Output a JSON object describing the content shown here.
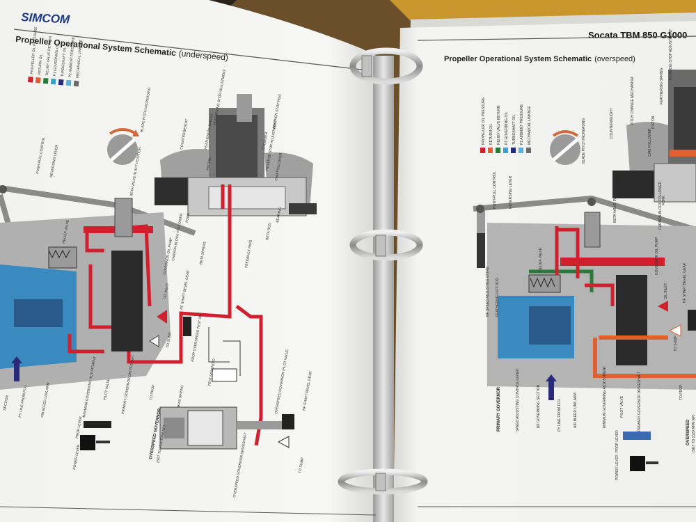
{
  "left_page": {
    "brand": "SIMCOM",
    "title": "Propeller Operational System Schematic",
    "subtitle": "(underspeed)",
    "legend": [
      "PROPELLER OIL PRESSURE",
      "RETURN OIL",
      "RELIEF VALVE RETURN",
      "P1 GOVERNING OIL",
      "TURBOSHAFT OIL",
      "P2 AMBIENT PRESSURE",
      "MECHANICAL LINKAGE"
    ],
    "labels": {
      "blade_pitch": "BLADE PITCH INCREASING",
      "pushpull": "PUSH-PULL CONTROL",
      "reversing_lever": "REVERSING LEVER",
      "relief_valve": "RELIEF VALVE",
      "governor_oil_pump": "GOVERNOR OIL PUMP",
      "beta_valve": "BETA VALVE IN AFT POSITION",
      "carbon_block": "CARBON BLOCK FOLLOWER",
      "beta_spring": "BETA SPRING",
      "feedback_ring": "FEEDBACK RING",
      "beta_rod": "BETA ROD",
      "fork": "FORK",
      "bearing": "BEARING",
      "oil_inlet": "OIL INLET",
      "nf_shaft": "NF SHAFT BEVEL GEAR",
      "to_sump": "TO SUMP",
      "to_prop": "TO PROP",
      "prop_overspeed": "PROP OVERSPEED TEST SW",
      "test_solenoid": "TEST SOLENOID",
      "bias_spring": "BIAS SPRING",
      "overspeed_pilot": "OVERSPEED GOVERNOR PILOT VALVE",
      "overspeed_governor": "OVERSPEED GOVERNOR",
      "set_rpm": "(SET TO 2120 RPM NP)",
      "overspeed_drive": "OVERSPEED GOVERNOR DRIVESHAFT",
      "min_gov": "MINIMUM GOVERNING ADJUSTMENT",
      "pilot_valve": "PILOT VALVE",
      "primary_gov_drive": "PRIMARY GOVERNOR DRIVESHAFT",
      "air_bleed": "AIR BLEED LINK ARM",
      "p_line": "PY LINE FROM FCU",
      "section": "SECTION",
      "prop_lever": "PROP LEVER",
      "power_lever": "POWER LEVER",
      "counterweight": "COUNTERWEIGHT",
      "feathering_spring": "FEATHERING SPRING",
      "piston": "PISTON",
      "feathering_stop": "FEATHERING STOP ADJUSTMENT",
      "feather_stop_rod": "FEATHER STOP ROD",
      "cylinder": "CYLINDER",
      "cam_follower": "CAM FOLLOWER",
      "reverse_stop": "REVERSE STOP ADJUSTMENT"
    }
  },
  "right_page": {
    "header": "Socata TBM 850 G1000",
    "title": "Propeller Operational System Schematic",
    "subtitle": "(overspeed)",
    "legend": [
      "PROPELLER OIL PRESSURE",
      "RETURN OIL",
      "RELIEF VALVE RETURN",
      "P1 GOVERNING OIL",
      "TURBOSHAFT OIL",
      "P2 AMBIENT PRESSURE",
      "MECHANICAL LINKAGE"
    ],
    "labels": {
      "counterweight": "COUNTERWEIGHT",
      "pitch_change": "PITCH CHANGE MECHANISM",
      "piston": "PISTON",
      "feathering_spring": "FEATHERING SPRING",
      "reverse_stop": "REVERSE STOP ADJUSTMENT",
      "cam_follower": "CAM FOLLOWER",
      "blade_pitch": "BLADE PITCH INCREASING",
      "pushpull": "PUSH-PULL CONTROL",
      "reversing_lever": "REVERSING LEVER",
      "beta_valve": "BETA VALVE IN AFT POSITION",
      "carbon_block": "CARBON BLOCK FOLLOWER",
      "fork": "FORK",
      "relief_valve": "RELIEF VALVE",
      "governor_oil_pump": "GOVERNOR OIL PUMP",
      "nf_speed": "NF SPEED ADJUSTING WORM",
      "feathering_lift": "FEATHERING LIFT ROD",
      "oil_inlet": "OIL INLET",
      "nf_shaft": "NF SHAFT BEVEL GEAR",
      "to_sump": "TO SUMP",
      "to_prop": "TO PROP",
      "primary_governor": "PRIMARY GOVERNOR",
      "speed_adjusting": "SPEED ADJUSTING CONTROL LEVER",
      "nf_governing": "NF GOVERNING SECTION",
      "p_line": "PY LINE FROM FCU",
      "air_bleed": "AIR BLEED LINK ARM",
      "min_gov": "MINIMUM GOVERNING ADJUSTMENT",
      "pilot_valve": "PILOT VALVE",
      "primary_gov_drive": "PRIMARY GOVERNOR DRIVESHAFT",
      "prop_lever": "PROP LEVER",
      "power_lever": "POWER LEVER",
      "overspeed": "OVERSPEED",
      "set_rpm": "(SET TO 2120 RPM NP)"
    }
  },
  "colors": {
    "propeller_oil": "#d0202e",
    "return_oil": "#e06030",
    "relief_return": "#2a7a3a",
    "governing_oil": "#3aa0d0",
    "turboshaft_oil": "#2a2a7a",
    "ambient": "#55b0e0",
    "mechanical": "#6a6a6a",
    "body": "#b8b8b8",
    "dark": "#303030"
  }
}
